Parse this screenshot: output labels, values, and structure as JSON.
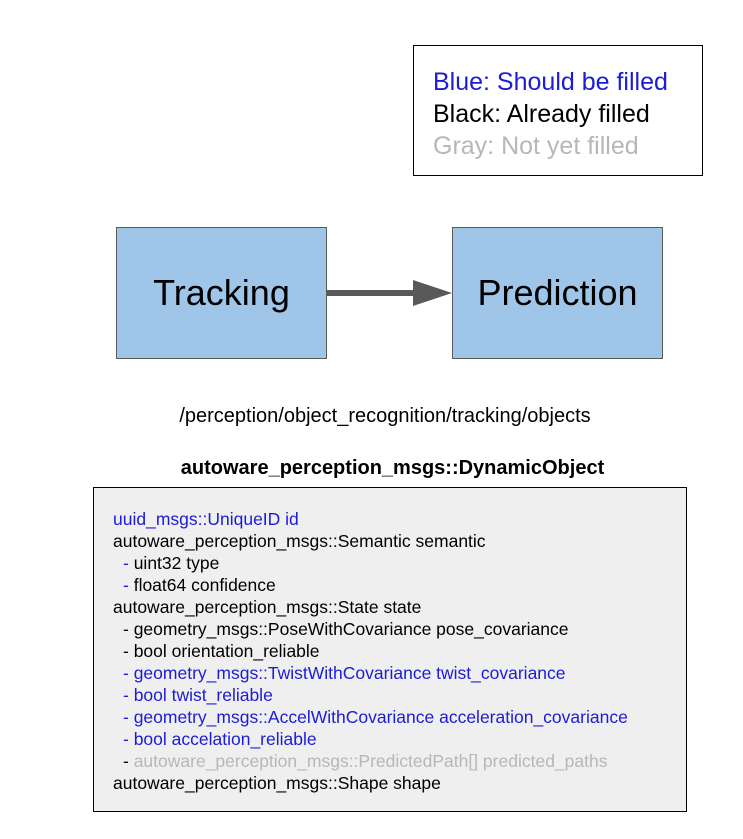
{
  "legend": {
    "blue": "Blue: Should be filled",
    "black": "Black: Already filled",
    "gray": "Gray: Not yet filled"
  },
  "nodes": {
    "tracking": "Tracking",
    "prediction": "Prediction"
  },
  "topic": "/perception/object_recognition/tracking/objects",
  "message_type": "autoware_perception_msgs::DynamicObject",
  "fields": [
    {
      "prefix": "",
      "text": "uuid_msgs::UniqueID id",
      "status": "blue",
      "indent": false
    },
    {
      "prefix": "",
      "text": "autoware_perception_msgs::Semantic semantic",
      "status": "black",
      "indent": false
    },
    {
      "prefix": "- ",
      "text": "uint32 type",
      "status": "black",
      "prefix_status": "blue",
      "indent": true
    },
    {
      "prefix": "- ",
      "text": "float64 confidence",
      "status": "black",
      "prefix_status": "blue",
      "indent": true
    },
    {
      "prefix": "",
      "text": "autoware_perception_msgs::State state",
      "status": "black",
      "indent": false
    },
    {
      "prefix": "- ",
      "text": "geometry_msgs::PoseWithCovariance pose_covariance",
      "status": "black",
      "prefix_status": "black",
      "indent": true
    },
    {
      "prefix": "- ",
      "text": "bool orientation_reliable",
      "status": "black",
      "prefix_status": "black",
      "indent": true
    },
    {
      "prefix": "- ",
      "text": "geometry_msgs::TwistWithCovariance twist_covariance",
      "status": "blue",
      "prefix_status": "blue",
      "indent": true
    },
    {
      "prefix": "- ",
      "text": "bool twist_reliable",
      "status": "blue",
      "prefix_status": "blue",
      "indent": true
    },
    {
      "prefix": "- ",
      "text": "geometry_msgs::AccelWithCovariance acceleration_covariance",
      "status": "blue",
      "prefix_status": "blue",
      "indent": true
    },
    {
      "prefix": "- ",
      "text": "bool accelation_reliable",
      "status": "blue",
      "prefix_status": "blue",
      "indent": true
    },
    {
      "prefix": "- ",
      "text": "autoware_perception_msgs::PredictedPath[] predicted_paths",
      "status": "gray",
      "prefix_status": "black",
      "indent": true
    },
    {
      "prefix": "",
      "text": "autoware_perception_msgs::Shape shape",
      "status": "black",
      "indent": false
    }
  ],
  "colors": {
    "blue": "#1c1cd6",
    "black": "#000000",
    "gray": "#b7b7b7",
    "node_fill": "#9fc5e8",
    "arrow": "#595959",
    "box_fill": "#efefef"
  }
}
